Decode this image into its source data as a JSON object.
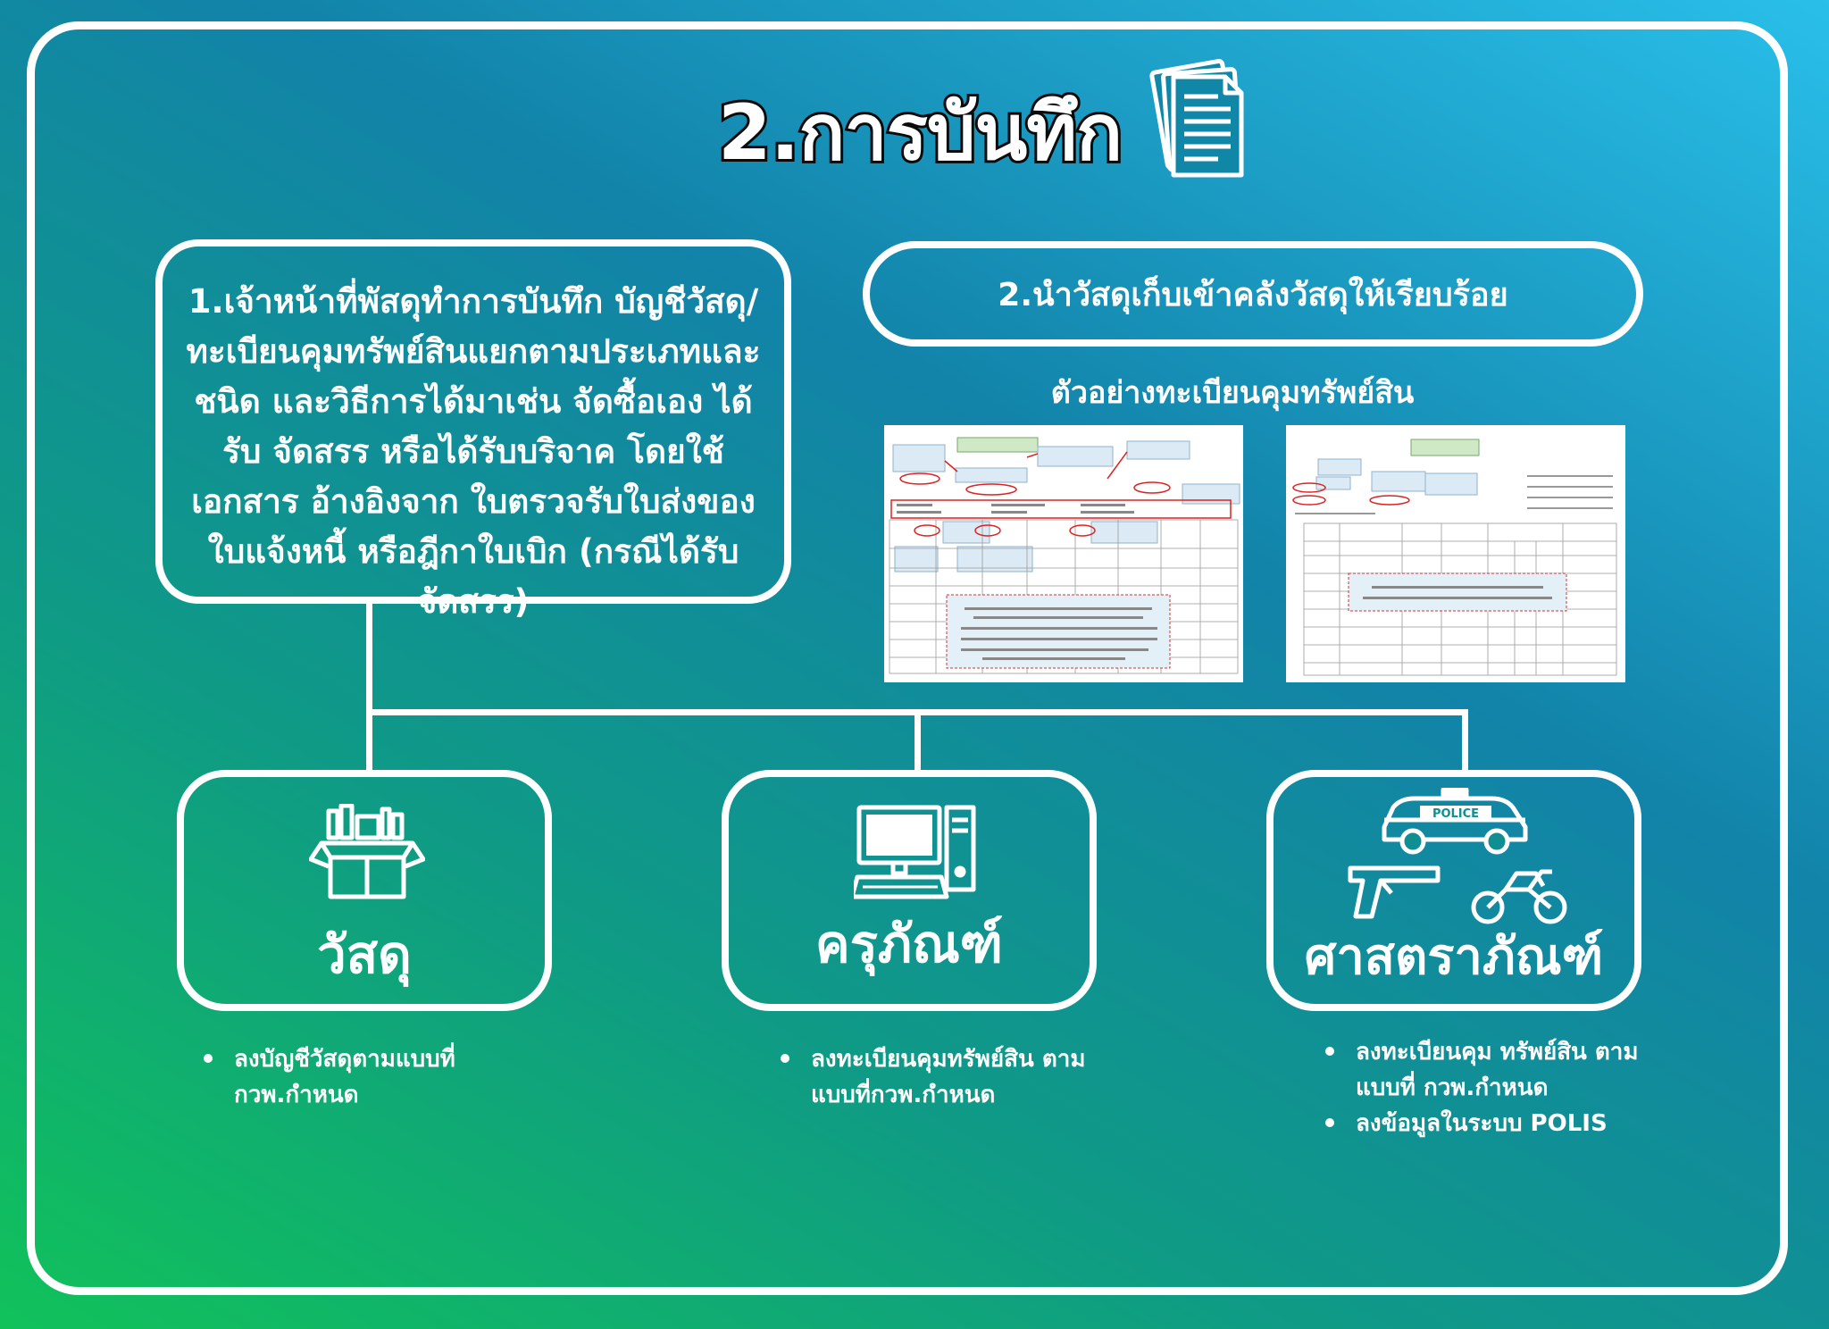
{
  "title": "2.การบันทึก",
  "step1": "1.เจ้าหน้าที่พัสดุทำการบันทึก บัญชีวัสดุ/ ทะเบียนคุมทรัพย์สินแยกตามประเภทและ ชนิด และวิธีการได้มาเช่น จัดซื้อเอง ได้รับ จัดสรร หรือได้รับบริจาค โดยใช้เอกสาร อ้างอิงจาก ใบตรวจรับใบส่งของ ใบแจ้งหนี้ หรือฎีกาใบเบิก (กรณีได้รับจัดสรร)",
  "step2": "2.นำวัสดุเก็บเข้าคลังวัสดุให้เรียบร้อย",
  "sample_title": "ตัวอย่างทะเบียนคุมทรัพย์สิน",
  "categories": [
    {
      "label": "วัสดุ",
      "icon": "box-icon",
      "notes": [
        "ลงบัญชีวัสดุตามแบบที่ กวพ.กำหนด"
      ]
    },
    {
      "label": "ครุภัณฑ์",
      "icon": "computer-icon",
      "notes": [
        "ลงทะเบียนคุมทรัพย์สิน ตามแบบที่กวพ.กำหนด"
      ]
    },
    {
      "label": "ศาสตราภัณฑ์",
      "icon": "police-car-icon",
      "notes": [
        "ลงทะเบียนคุม ทรัพย์สิน ตามแบบที่ กวพ.กำหนด",
        "ลงข้อมูลในระบบ POLIS"
      ]
    }
  ],
  "icons": [
    "document-stack-icon",
    "box-icon",
    "computer-icon",
    "police-car-icon",
    "gun-icon",
    "motorcycle-icon"
  ],
  "colors": {
    "gradient_start": "#11c25a",
    "gradient_end": "#29bfe9",
    "outline": "#ffffff"
  }
}
